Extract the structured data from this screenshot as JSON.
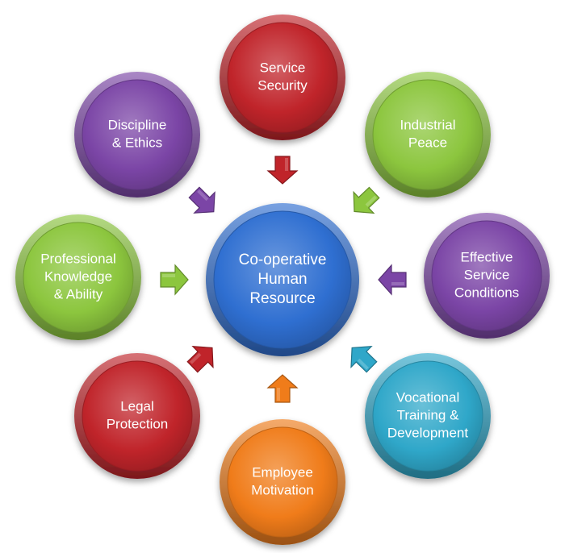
{
  "diagram": {
    "center": {
      "lines": [
        "Co-operative",
        "Human",
        "Resource"
      ],
      "color": "#2f6fd1"
    },
    "nodes": [
      {
        "id": "service-security",
        "lines": [
          "Service",
          "Security"
        ],
        "color": "#c0242a"
      },
      {
        "id": "industrial-peace",
        "lines": [
          "Industrial",
          "Peace"
        ],
        "color": "#8cc63e"
      },
      {
        "id": "effective-service-conditions",
        "lines": [
          "Effective",
          "Service",
          "Conditions"
        ],
        "color": "#7b45a6"
      },
      {
        "id": "vocational-training-development",
        "lines": [
          "Vocational",
          "Training &",
          "Development"
        ],
        "color": "#2fa7c9"
      },
      {
        "id": "employee-motivation",
        "lines": [
          "Employee",
          "Motivation"
        ],
        "color": "#f07c1a"
      },
      {
        "id": "legal-protection",
        "lines": [
          "Legal",
          "Protection"
        ],
        "color": "#c0242a"
      },
      {
        "id": "professional-knowledge-ability",
        "lines": [
          "Professional",
          "Knowledge",
          "& Ability"
        ],
        "color": "#8cc63e"
      },
      {
        "id": "discipline-ethics",
        "lines": [
          "Discipline",
          "& Ethics"
        ],
        "color": "#7b45a6"
      }
    ]
  }
}
